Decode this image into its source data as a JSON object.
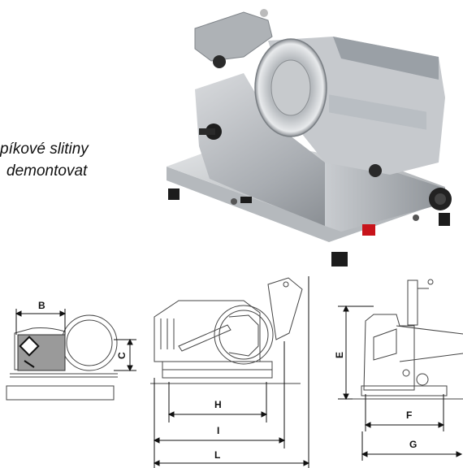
{
  "caption": {
    "line1": "píkové slitiny",
    "line2": "demontovat"
  },
  "dimensions": {
    "B": "B",
    "C": "C",
    "E": "E",
    "F": "F",
    "G": "G",
    "H": "H",
    "I": "I",
    "L": "L"
  }
}
